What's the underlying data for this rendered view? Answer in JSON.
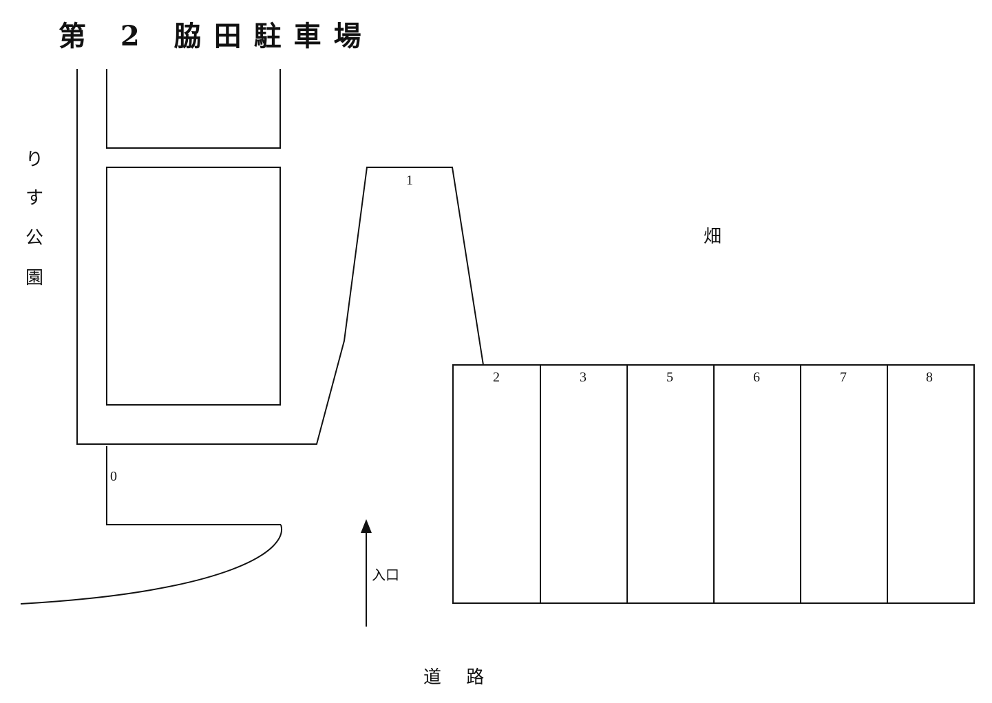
{
  "title": "第 2 脇田駐車場",
  "park_label": [
    "り",
    "す",
    "公",
    "園"
  ],
  "field_label": "畑",
  "road_label": "道 路",
  "entrance_label": "入口",
  "spaces": {
    "s0": "0",
    "s1": "1",
    "row": [
      "2",
      "3",
      "5",
      "6",
      "7",
      "8"
    ]
  }
}
